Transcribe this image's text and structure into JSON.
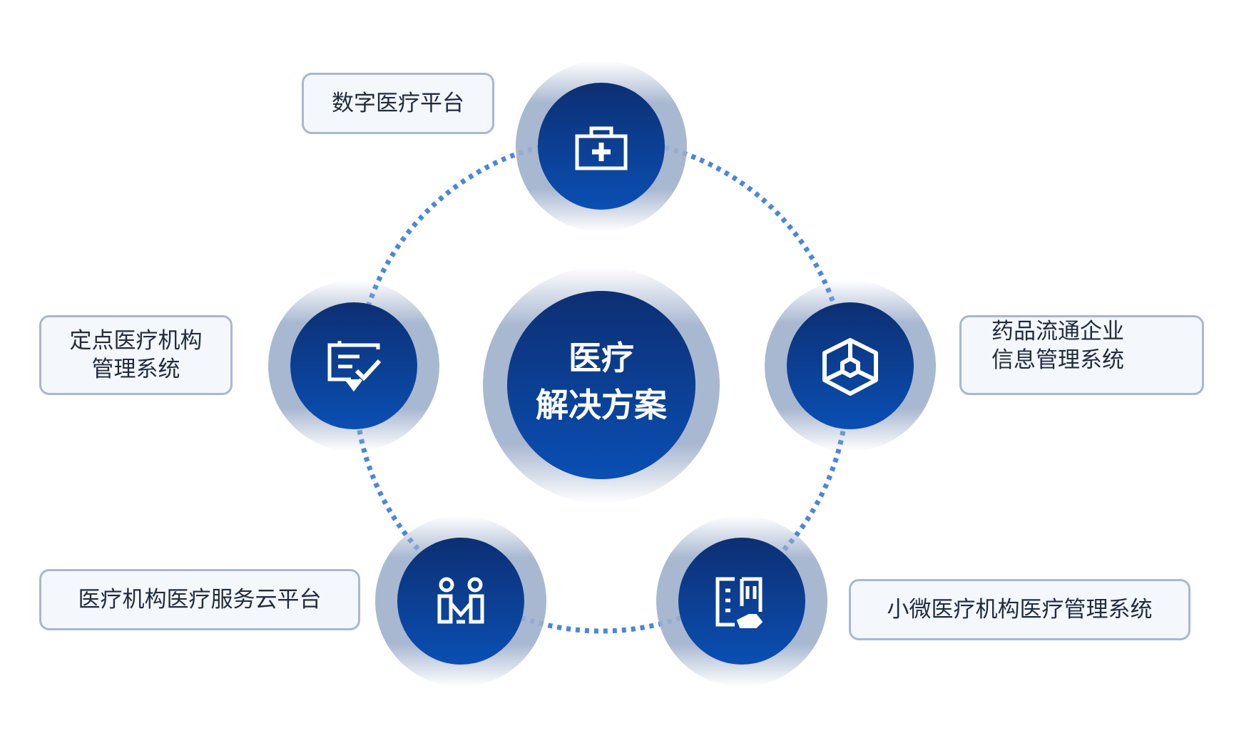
{
  "center": {
    "line1": "医疗",
    "line2": "解决方案"
  },
  "nodes": [
    {
      "icon": "medical-kit-icon",
      "label_lines": [
        "数字医疗平台"
      ]
    },
    {
      "icon": "hexagon-network-icon",
      "label_lines": [
        "药品流通企业",
        "信息管理系统"
      ]
    },
    {
      "icon": "building-hand-icon",
      "label_lines": [
        "小微医疗机构医疗管理系统"
      ]
    },
    {
      "icon": "people-connect-icon",
      "label_lines": [
        "医疗机构医疗服务云平台"
      ]
    },
    {
      "icon": "certificate-board-icon",
      "label_lines": [
        "定点医疗机构",
        "管理系统"
      ]
    }
  ],
  "colors": {
    "circle_top": "#0d2f73",
    "circle_bottom": "#0a4fb3",
    "halo": "#9fb0cc",
    "dots": "#4a86dd",
    "label_border": "#a9b7d0",
    "label_bg": "#f4f7fc"
  }
}
